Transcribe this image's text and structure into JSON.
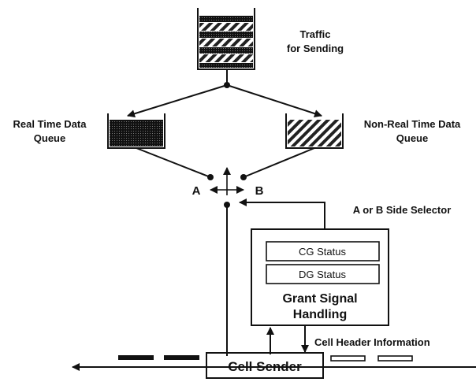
{
  "labels": {
    "traffic_line1": "Traffic",
    "traffic_line2": "for Sending",
    "rt_queue_line1": "Real Time Data",
    "rt_queue_line2": "Queue",
    "nrt_queue_line1": "Non-Real Time Data",
    "nrt_queue_line2": "Queue",
    "side_a": "A",
    "side_b": "B",
    "selector": "A or B Side Selector",
    "cg_status": "CG Status",
    "dg_status": "DG Status",
    "grant_line1": "Grant Signal",
    "grant_line2": "Handling",
    "cell_header": "Cell Header Information",
    "cell_sender": "Cell Sender"
  }
}
